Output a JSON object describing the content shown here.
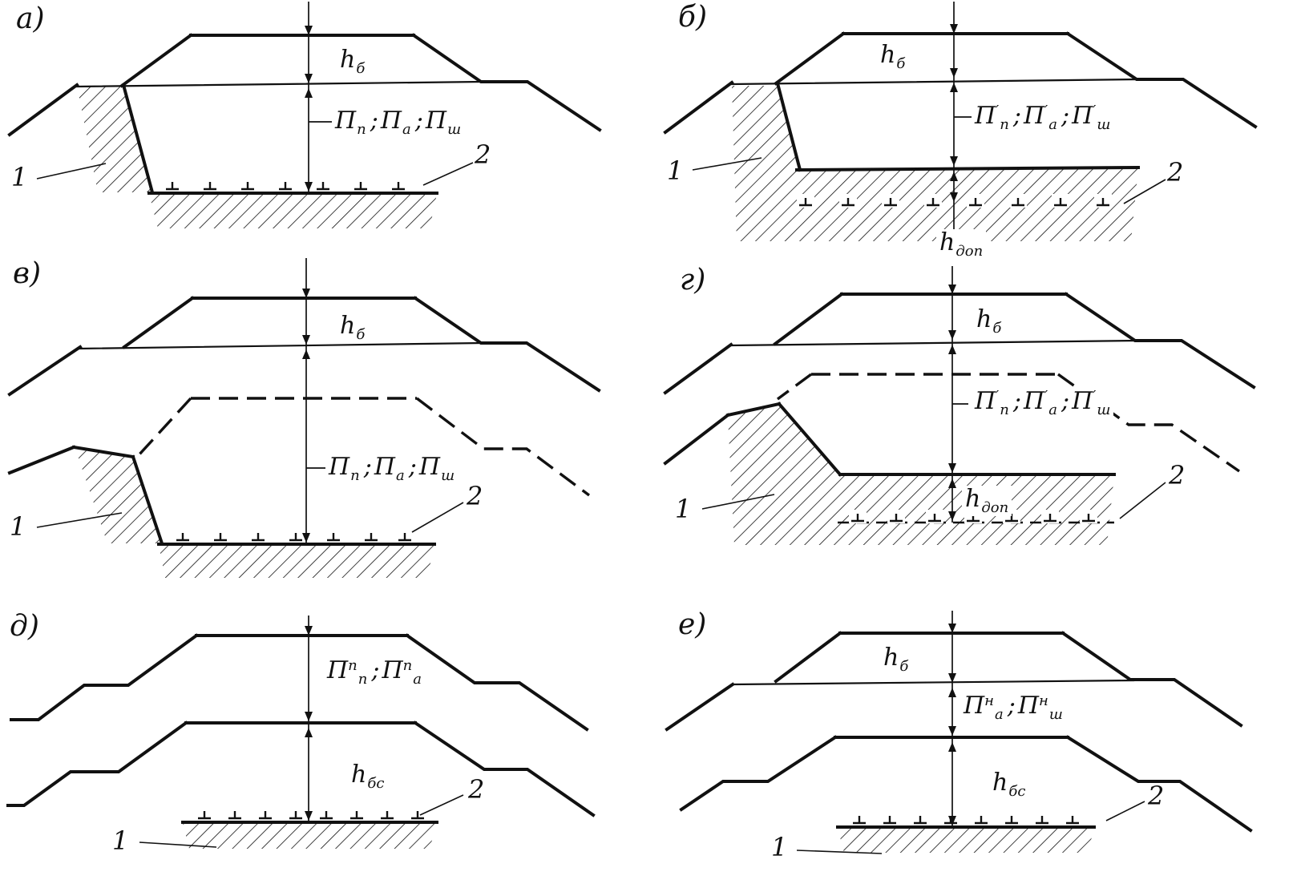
{
  "figure": {
    "sep": ";",
    "ink_color": "#111111",
    "background_color": "#ffffff",
    "panels": {
      "a": {
        "tag": "а)",
        "h_top": {
          "base": "h",
          "sub": "б"
        },
        "p_row": [
          {
            "base": "П",
            "sup": "",
            "sub": "п"
          },
          {
            "base": "П",
            "sup": "",
            "sub": "а"
          },
          {
            "base": "П",
            "sup": "",
            "sub": "ш"
          }
        ],
        "callout_ground": "1",
        "callout_marks": "2"
      },
      "b": {
        "tag": "б)",
        "h_top": {
          "base": "h",
          "sub": "б"
        },
        "p_row": [
          {
            "base": "П",
            "sup": "′",
            "sub": "п"
          },
          {
            "base": "П",
            "sup": "′",
            "sub": "а"
          },
          {
            "base": "П",
            "sup": "′",
            "sub": "ш"
          }
        ],
        "h_extra": {
          "base": "h",
          "sub": "доп"
        },
        "callout_ground": "1",
        "callout_marks": "2"
      },
      "v": {
        "tag": "в)",
        "h_top": {
          "base": "h",
          "sub": "б"
        },
        "p_row": [
          {
            "base": "П",
            "sup": "",
            "sub": "п"
          },
          {
            "base": "П",
            "sup": "",
            "sub": "а"
          },
          {
            "base": "П",
            "sup": "",
            "sub": "ш"
          }
        ],
        "callout_ground": "1",
        "callout_marks": "2"
      },
      "g": {
        "tag": "г)",
        "h_top": {
          "base": "h",
          "sub": "б"
        },
        "p_row": [
          {
            "base": "П",
            "sup": "′",
            "sub": "п"
          },
          {
            "base": "П",
            "sup": "′",
            "sub": "а"
          },
          {
            "base": "П",
            "sup": "′",
            "sub": "ш"
          }
        ],
        "h_extra": {
          "base": "h",
          "sub": "доп"
        },
        "callout_ground": "1",
        "callout_marks": "2"
      },
      "d": {
        "tag": "д)",
        "p_row": [
          {
            "base": "П",
            "sup": "п",
            "sub": "п"
          },
          {
            "base": "П",
            "sup": "п",
            "sub": "а"
          }
        ],
        "h_mid": {
          "base": "h",
          "sub": "бс"
        },
        "callout_ground": "1",
        "callout_marks": "2"
      },
      "e": {
        "tag": "е)",
        "h_top": {
          "base": "h",
          "sub": "б"
        },
        "p_row": [
          {
            "base": "П",
            "sup": "н",
            "sub": "а"
          },
          {
            "base": "П",
            "sup": "н",
            "sub": "ш"
          }
        ],
        "h_mid": {
          "base": "h",
          "sub": "бс"
        },
        "callout_ground": "1",
        "callout_marks": "2"
      }
    }
  }
}
